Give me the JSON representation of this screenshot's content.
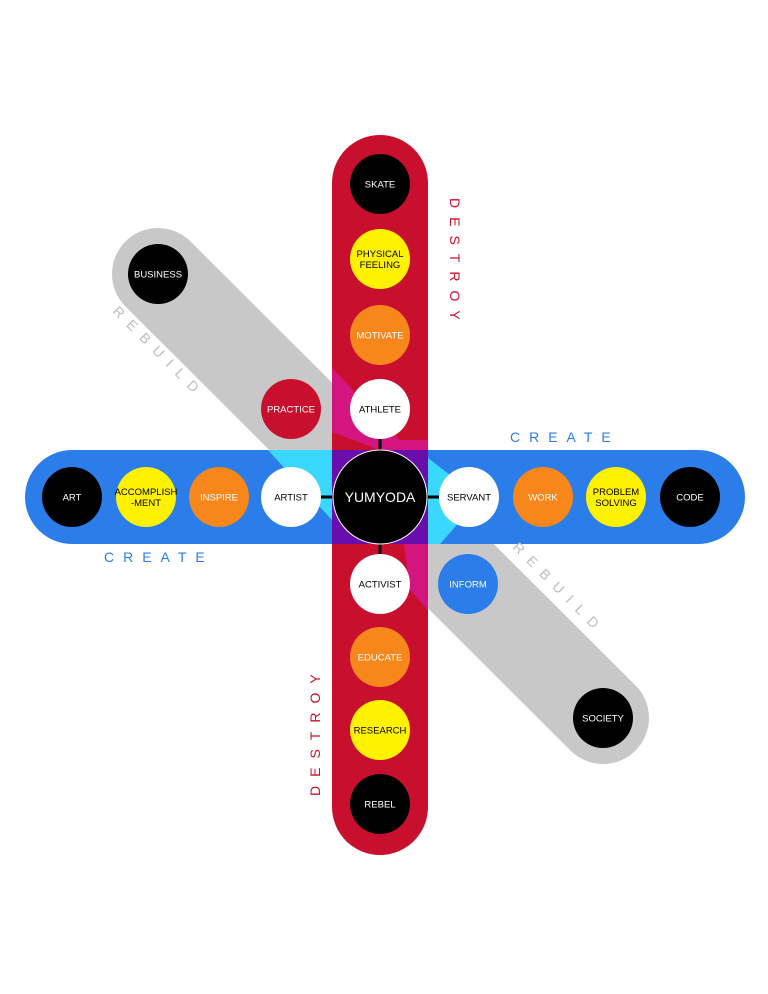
{
  "colors": {
    "red_bar": "#c8102e",
    "blue_bar": "#2b7de9",
    "gray_bar": "#c8c8c8",
    "black": "#000000",
    "white": "#ffffff",
    "yellow": "#fff200",
    "orange": "#f7861b",
    "crimson": "#c8102e",
    "blue": "#2b7de9",
    "overlap_magenta": "#d4157f",
    "overlap_cyan": "#3ad8ff",
    "overlap_purple": "#6a0dad",
    "label_red": "#c8102e",
    "label_blue": "#2b7de9",
    "label_gray": "#bdbdbd"
  },
  "center": {
    "label": "YUMYODA"
  },
  "axis_words": {
    "destroy_top": "DESTROY",
    "destroy_bottom": "DESTROY",
    "create_right": "CREATE",
    "create_left": "CREATE",
    "rebuild_left": "REBUILD",
    "rebuild_right": "REBUILD"
  },
  "nodes": {
    "skate": {
      "label_lines": [
        "SKATE"
      ],
      "fill": "black"
    },
    "physical_feeling": {
      "label_lines": [
        "PHYSICAL",
        "FEELING"
      ],
      "fill": "yellow"
    },
    "motivate": {
      "label_lines": [
        "MOTIVATE"
      ],
      "fill": "orange"
    },
    "athlete": {
      "label_lines": [
        "ATHLETE"
      ],
      "fill": "white"
    },
    "practice": {
      "label_lines": [
        "PRACTICE"
      ],
      "fill": "crimson"
    },
    "business": {
      "label_lines": [
        "BUSINESS"
      ],
      "fill": "black"
    },
    "art": {
      "label_lines": [
        "ART"
      ],
      "fill": "black"
    },
    "accomplishment": {
      "label_lines": [
        "ACCOMPLISH",
        "-MENT"
      ],
      "fill": "yellow"
    },
    "inspire": {
      "label_lines": [
        "INSPIRE"
      ],
      "fill": "orange"
    },
    "artist": {
      "label_lines": [
        "ARTIST"
      ],
      "fill": "white"
    },
    "servant": {
      "label_lines": [
        "SERVANT"
      ],
      "fill": "white"
    },
    "work": {
      "label_lines": [
        "WORK"
      ],
      "fill": "orange"
    },
    "problem_solving": {
      "label_lines": [
        "PROBLEM",
        "SOLVING"
      ],
      "fill": "yellow"
    },
    "code": {
      "label_lines": [
        "CODE"
      ],
      "fill": "black"
    },
    "activist": {
      "label_lines": [
        "ACTIVIST"
      ],
      "fill": "white"
    },
    "inform": {
      "label_lines": [
        "INFORM"
      ],
      "fill": "blue"
    },
    "educate": {
      "label_lines": [
        "EDUCATE"
      ],
      "fill": "orange"
    },
    "research": {
      "label_lines": [
        "RESEARCH"
      ],
      "fill": "yellow"
    },
    "rebel": {
      "label_lines": [
        "REBEL"
      ],
      "fill": "black"
    },
    "society": {
      "label_lines": [
        "SOCIETY"
      ],
      "fill": "black"
    }
  }
}
